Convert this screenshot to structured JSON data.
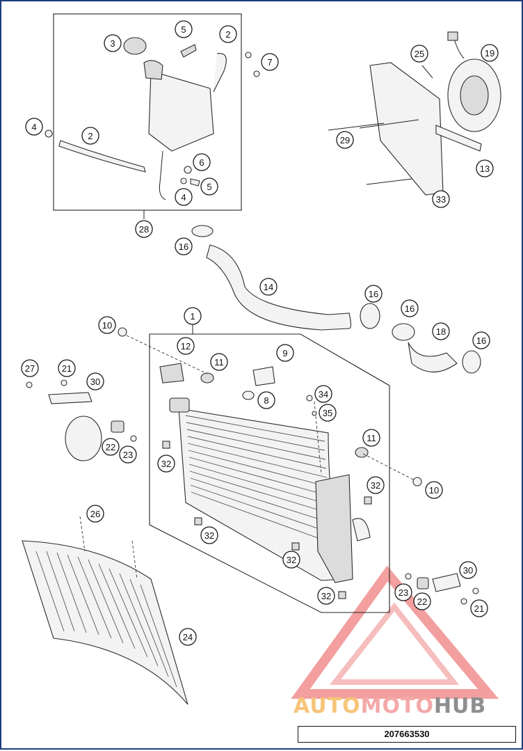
{
  "drawing_number": "207663530",
  "watermark": {
    "part1": "AUTO",
    "part2": "MOTO",
    "part3": "HUB"
  },
  "colors": {
    "frame": "#1c3d7a",
    "watermark_red": "#f08080",
    "watermark_orange": "#f6c47a",
    "watermark_grey": "#8e8e8e"
  },
  "callouts": [
    {
      "n": "1"
    },
    {
      "n": "2"
    },
    {
      "n": "2"
    },
    {
      "n": "3"
    },
    {
      "n": "4"
    },
    {
      "n": "4"
    },
    {
      "n": "5"
    },
    {
      "n": "5"
    },
    {
      "n": "6"
    },
    {
      "n": "7"
    },
    {
      "n": "8"
    },
    {
      "n": "9"
    },
    {
      "n": "10"
    },
    {
      "n": "10"
    },
    {
      "n": "11"
    },
    {
      "n": "11"
    },
    {
      "n": "12"
    },
    {
      "n": "13"
    },
    {
      "n": "14"
    },
    {
      "n": "16"
    },
    {
      "n": "16"
    },
    {
      "n": "16"
    },
    {
      "n": "16"
    },
    {
      "n": "18"
    },
    {
      "n": "19"
    },
    {
      "n": "21"
    },
    {
      "n": "21"
    },
    {
      "n": "22"
    },
    {
      "n": "22"
    },
    {
      "n": "23"
    },
    {
      "n": "23"
    },
    {
      "n": "24"
    },
    {
      "n": "25"
    },
    {
      "n": "26"
    },
    {
      "n": "27"
    },
    {
      "n": "28"
    },
    {
      "n": "29"
    },
    {
      "n": "30"
    },
    {
      "n": "30"
    },
    {
      "n": "32"
    },
    {
      "n": "32"
    },
    {
      "n": "32"
    },
    {
      "n": "32"
    },
    {
      "n": "32"
    },
    {
      "n": "33"
    },
    {
      "n": "34"
    },
    {
      "n": "35"
    }
  ]
}
